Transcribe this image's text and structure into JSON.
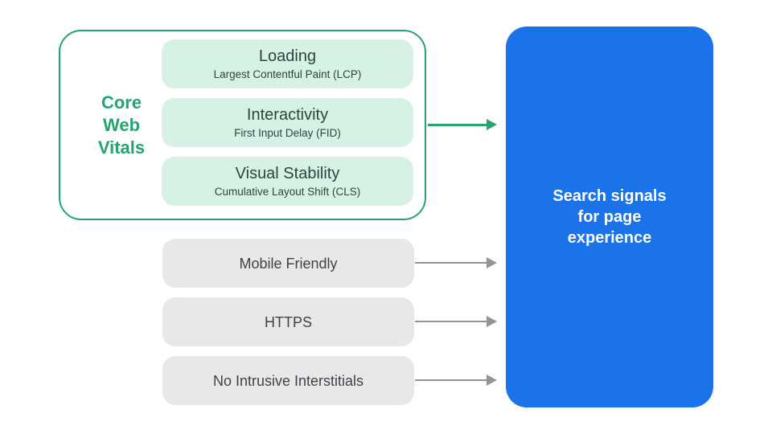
{
  "colors": {
    "accent_green": "#27A36F",
    "mint_fill": "#D7F2E4",
    "mint_text": "#2A473F",
    "gray_fill": "#E8E8E9",
    "gray_text": "#3F4347",
    "arrow_gray": "#8E959B",
    "blue_fill": "#1A73E8",
    "result_text": "#FFFFFF",
    "background": "#FFFFFF"
  },
  "core_web_vitals": {
    "label": "Core Web Vitals",
    "items": [
      {
        "title": "Loading",
        "subtitle": "Largest Contentful Paint (LCP)"
      },
      {
        "title": "Interactivity",
        "subtitle": "First Input Delay (FID)"
      },
      {
        "title": "Visual Stability",
        "subtitle": "Cumulative Layout Shift (CLS)"
      }
    ]
  },
  "other_signals": [
    "Mobile Friendly",
    "HTTPS",
    "No Intrusive Interstitials"
  ],
  "result_box": {
    "label": "Search signals for page experience"
  }
}
